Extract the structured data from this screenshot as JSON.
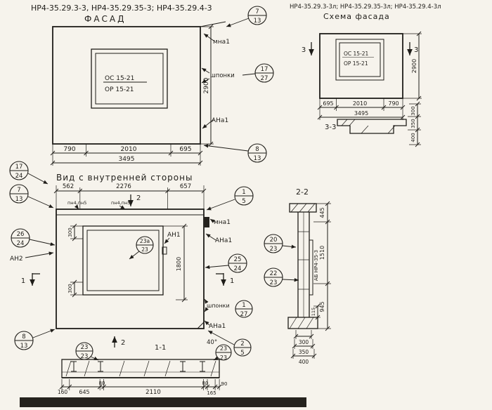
{
  "facade": {
    "header": "НР4-35.29.3-3, НР4-35.29.35-3; НР4-35.29.4-3",
    "title": "ФАСАД",
    "win1": "ОС 15-21",
    "win2": "ОР 15-21",
    "mna1": "мна1",
    "shponki": "шпонки",
    "ana1": "АНа1",
    "d1": "790",
    "d2": "2010",
    "d3": "695",
    "dtotal": "3495",
    "dheight": "2900",
    "c_top_n": "7",
    "c_top_d": "13",
    "c_right_n": "17",
    "c_right_d": "27",
    "c_bot_n": "8",
    "c_bot_d": "13"
  },
  "scheme": {
    "header": "НР4-35.29.3-3л; НР4-35.29.35-3л; НР4-35.29.4-3л",
    "title": "Схема фасада",
    "win1": "ОС 15-21",
    "win2": "ОР 15-21",
    "mark": "3",
    "d1": "695",
    "d2": "2010",
    "d3": "790",
    "dtotal": "3495",
    "dheight": "2900"
  },
  "s33": {
    "title": "3-3",
    "d1": "300",
    "d2": "350",
    "d3": "400"
  },
  "inner": {
    "title": "Вид с внутренней стороны",
    "t1": "562",
    "t2": "2276",
    "t3": "657",
    "pn1": "пн4,пн5",
    "pn2": "пн4,пн5",
    "m1": "1",
    "m2": "2",
    "an1": "АН1",
    "an2": "АН2",
    "ana1a": "АНа1",
    "ana1b": "АНа1",
    "mna1": "мна1",
    "shponki": "шпонки",
    "angle": "40°",
    "v300a": "300",
    "v300b": "300",
    "v1800": "1800",
    "c1n": "17",
    "c1d": "24",
    "c2n": "7",
    "c2d": "13",
    "c3n": "26",
    "c3d": "24",
    "c4n": "8",
    "c4d": "13",
    "c5n": "1",
    "c5d": "5",
    "c6n": "23а",
    "c6d": "23",
    "c7n": "25",
    "c7d": "24",
    "c8n": "1",
    "c8d": "27",
    "c9n": "2",
    "c9d": "5"
  },
  "s11": {
    "title": "1-1",
    "d1": "160",
    "d2": "645",
    "d3": "80",
    "d4": "2110",
    "d5": "80",
    "d6": "165",
    "d7": "90",
    "cl_n": "23",
    "cl_d": "23",
    "cr_n": "23",
    "cr_d": "23"
  },
  "s22": {
    "title": "2-2",
    "plate": "АБ НР4-35-3",
    "d445": "445",
    "d1510": "1510",
    "d945": "945",
    "d115": "115",
    "b1": "300",
    "b2": "350",
    "b3": "400",
    "c1n": "20",
    "c1d": "23",
    "c2n": "22",
    "c2d": "23"
  }
}
